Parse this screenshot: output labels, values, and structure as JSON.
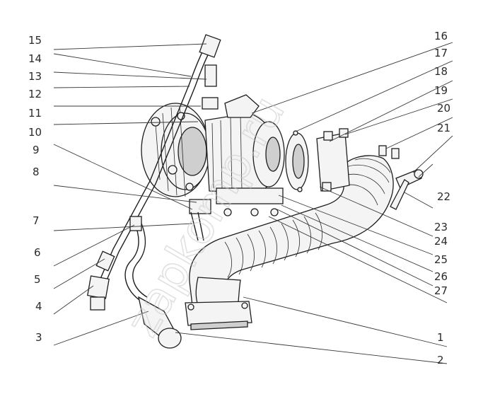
{
  "watermark": "zapkomp.ru",
  "callouts_left": [
    {
      "label": "15"
    },
    {
      "label": "14"
    },
    {
      "label": "13"
    },
    {
      "label": "12"
    },
    {
      "label": "11"
    },
    {
      "label": "10"
    },
    {
      "label": "9"
    },
    {
      "label": "8"
    },
    {
      "label": "7"
    },
    {
      "label": "6"
    },
    {
      "label": "5"
    },
    {
      "label": "4"
    },
    {
      "label": "3"
    }
  ],
  "callouts_right": [
    {
      "label": "16"
    },
    {
      "label": "17"
    },
    {
      "label": "18"
    },
    {
      "label": "19"
    },
    {
      "label": "20"
    },
    {
      "label": "21"
    },
    {
      "label": "22"
    },
    {
      "label": "23"
    },
    {
      "label": "24"
    },
    {
      "label": "25"
    },
    {
      "label": "26"
    },
    {
      "label": "27"
    },
    {
      "label": "1"
    },
    {
      "label": "2"
    }
  ]
}
